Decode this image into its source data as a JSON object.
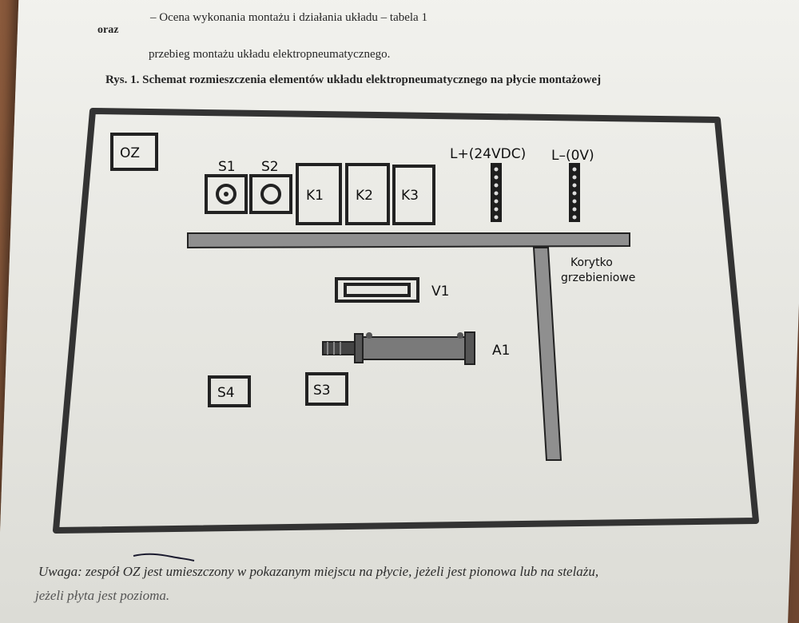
{
  "text": {
    "bullet": "–   Ocena wykonania montażu i działania układu – tabela 1",
    "oraz": "oraz",
    "progress": "przebieg montażu układu elektropneumatycznego.",
    "caption": "Rys. 1. Schemat rozmieszczenia elementów układu elektropneumatycznego na płycie montażowej",
    "note": "Uwaga: zespół OZ jest umieszczony w pokazanym miejscu na płycie, jeżeli jest pionowa lub na stelażu,",
    "note2": "jeżeli płyta jest pozioma."
  },
  "diagram": {
    "oz": "OZ",
    "s1": "S1",
    "s2": "S2",
    "k1": "K1",
    "k2": "K2",
    "k3": "K3",
    "lplus": "L+(24VDC)",
    "lminus": "L–(0V)",
    "trough_line1": "Korytko",
    "trough_line2": "grzebieniowe",
    "v1": "V1",
    "a1": "A1",
    "s3": "S3",
    "s4": "S4"
  }
}
